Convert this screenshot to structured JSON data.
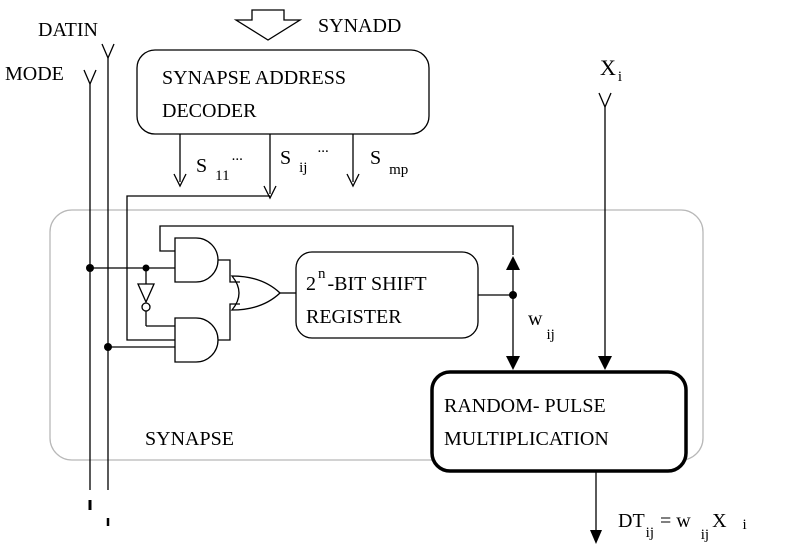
{
  "inputs": {
    "datin": "DATIN",
    "mode": "MODE",
    "synadd": "SYNADD",
    "xi_main": "X",
    "xi_sub": "i"
  },
  "decoder": {
    "line1": "SYNAPSE ADDRESS",
    "line2": "DECODER",
    "outputs": [
      {
        "main": "S",
        "sub": "11",
        "dots": "..."
      },
      {
        "main": "S",
        "sub": "ij",
        "dots": "..."
      },
      {
        "main": "S",
        "sub": "mp",
        "dots": ""
      }
    ]
  },
  "shift_register": {
    "base": "2",
    "exp": "n",
    "line1_rest": "-BIT SHIFT",
    "line2": "REGISTER"
  },
  "weight": {
    "main": "w",
    "sub": "ij"
  },
  "multiplier": {
    "line1": "RANDOM- PULSE",
    "line2": "MULTIPLICATION"
  },
  "synapse_label": "SYNAPSE",
  "output_eq": {
    "lhs_main": "DT",
    "lhs_sub": "ij",
    "eq": "= w",
    "w_sub": "ij",
    "x": "X",
    "x_sub": "i"
  }
}
